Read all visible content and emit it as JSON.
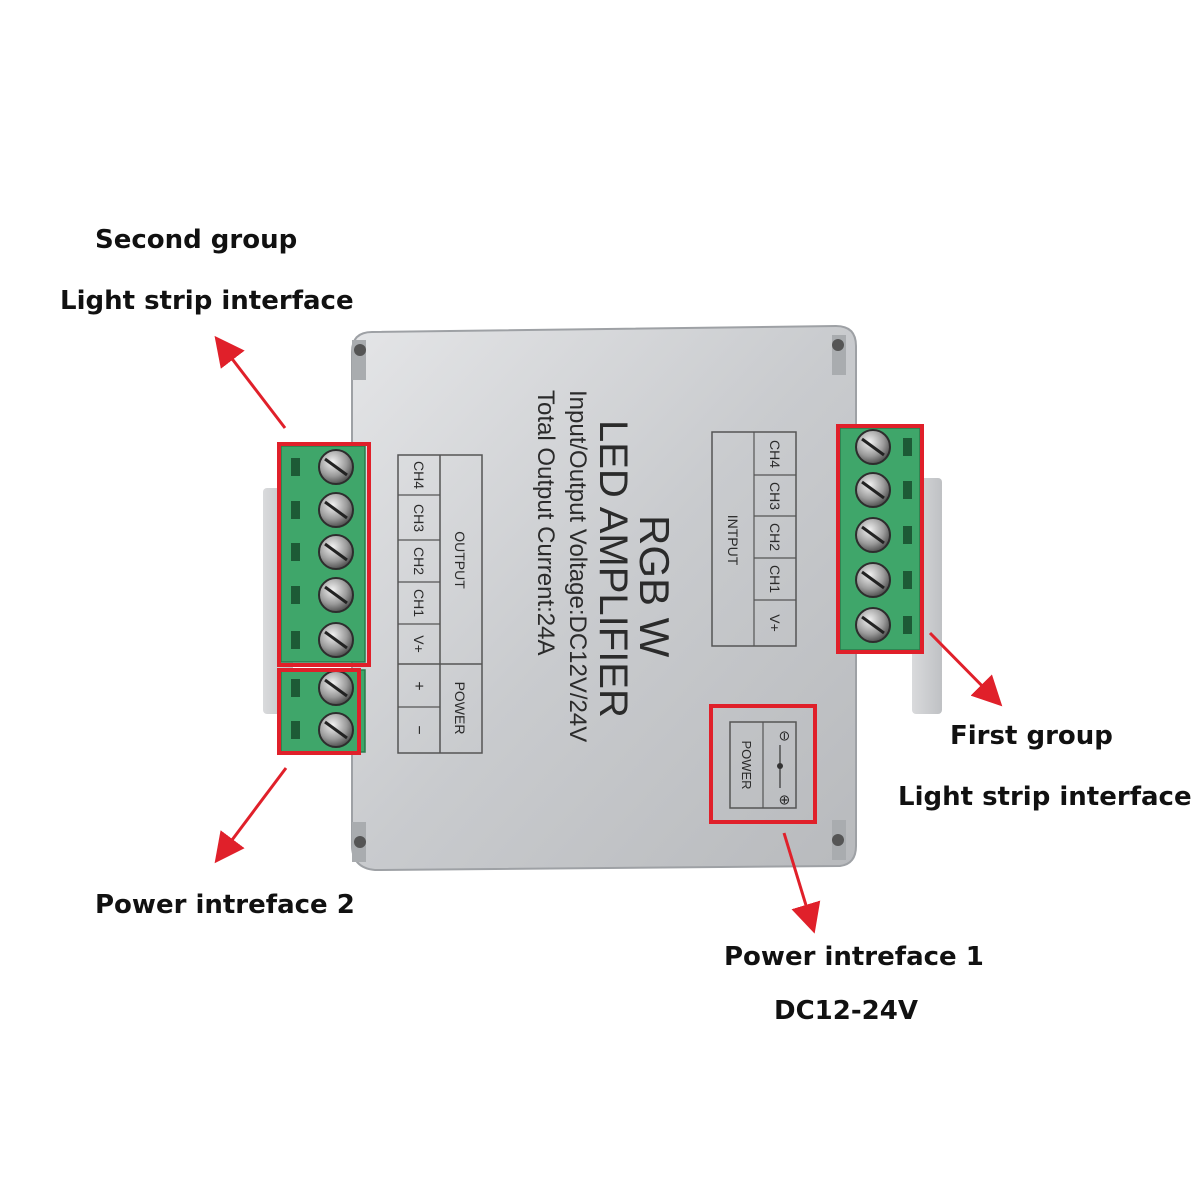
{
  "callouts": {
    "second_group_line1": "Second group",
    "second_group_line2": "Light strip interface",
    "first_group_line1": "First group",
    "first_group_line2": "Light strip interface",
    "power2": "Power intreface 2",
    "power1_line1": "Power intreface 1",
    "power1_line2": "DC12-24V"
  },
  "device": {
    "title": "RGB W",
    "subtitle": "LED AMPLIFIER",
    "spec_voltage": "Input/Output Voltage:DC12V/24V",
    "spec_current": "Total Output Current:24A",
    "output_label": "OUTPUT",
    "input_label": "INTPUT",
    "power_label": "POWER",
    "output_channels": [
      "CH4",
      "CH3",
      "CH2",
      "CH1",
      "V+"
    ],
    "input_channels": [
      "CH4",
      "CH3",
      "CH2",
      "CH1",
      "V+"
    ],
    "power_symbols": [
      "+",
      "−"
    ],
    "jack_power_label": "POWER",
    "jack_symbols": [
      "⊖",
      "⊕"
    ]
  },
  "colors": {
    "highlight_box": "#e0202a",
    "arrow": "#e0202a",
    "terminal_green": "#3fa66a",
    "housing": "#cfd1d3"
  }
}
